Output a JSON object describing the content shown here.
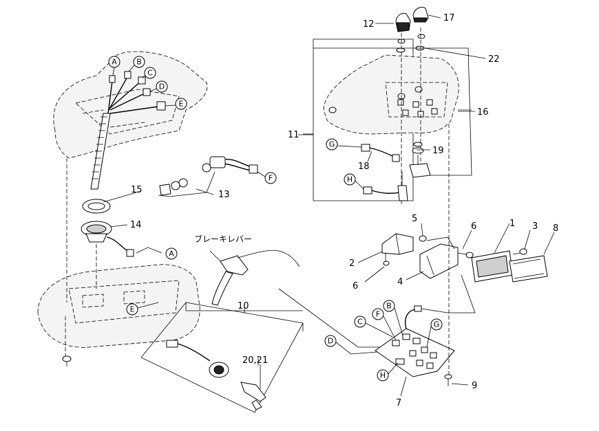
{
  "parts": {
    "p1": "1",
    "p2": "2",
    "p3": "3",
    "p4": "4",
    "p5": "5",
    "p6a": "6",
    "p6b": "6",
    "p7": "7",
    "p8": "8",
    "p9": "9",
    "p10": "10",
    "p11": "11",
    "p12": "12",
    "p13": "13",
    "p14": "14",
    "p15": "15",
    "p16": "16",
    "p17": "17",
    "p18": "18",
    "p19": "19",
    "p2021": "20,21",
    "p22": "22"
  },
  "connectors": {
    "a1": "A",
    "b1": "B",
    "c1": "C",
    "d1": "D",
    "e1": "E",
    "f1": "F",
    "a2": "A",
    "e2": "E",
    "g1": "G",
    "h1": "H",
    "b2": "B",
    "c2": "C",
    "d2": "D",
    "f2": "F",
    "g2": "G",
    "h2": "H"
  },
  "brake_lever_label": "ブレーキレバー"
}
